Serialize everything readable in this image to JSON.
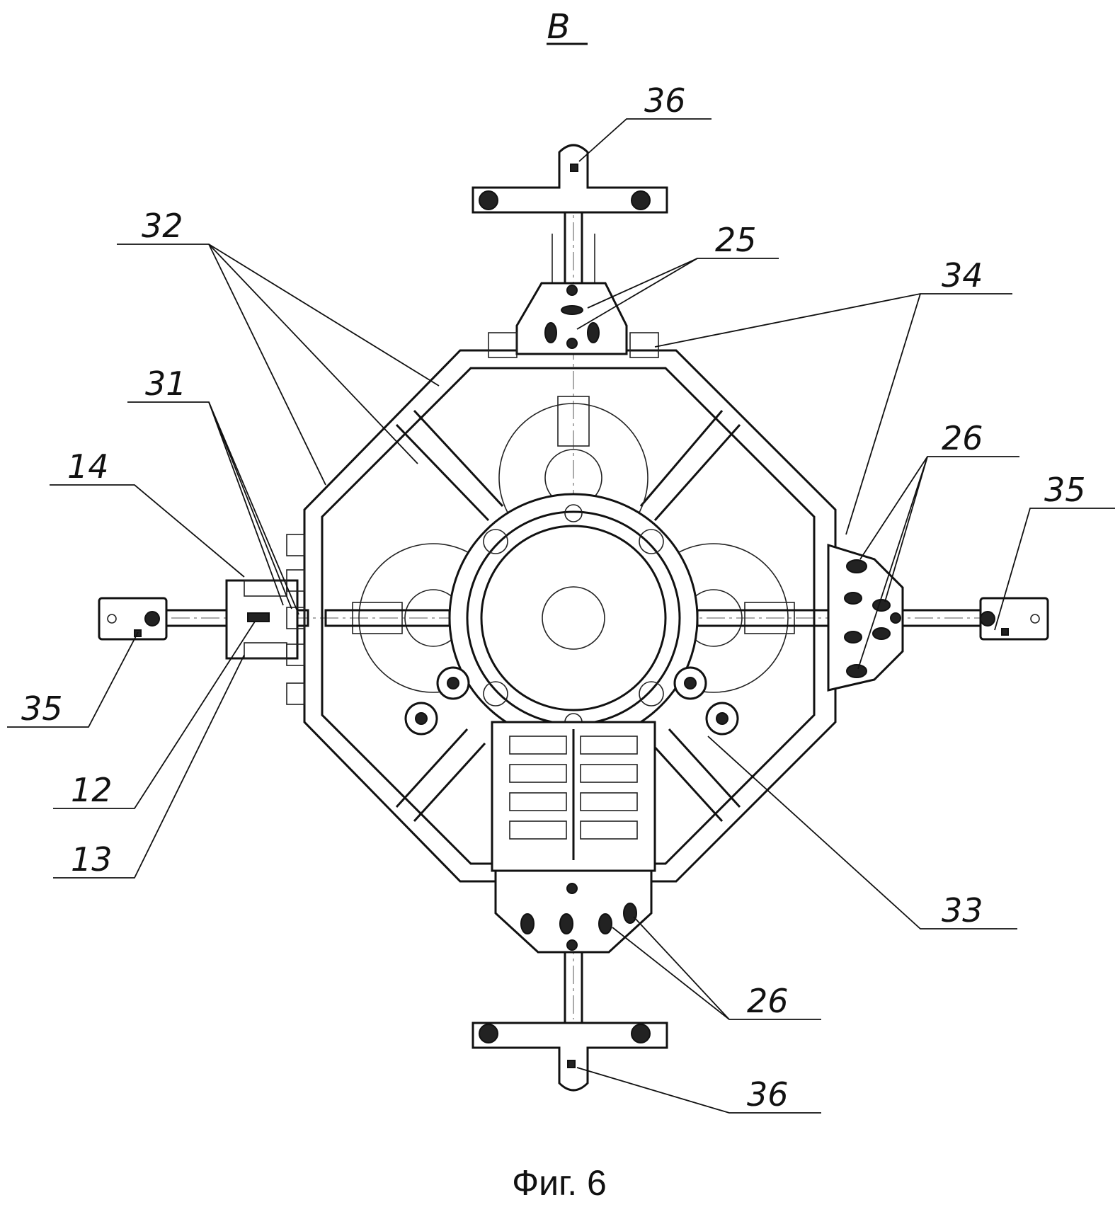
{
  "view_label": "B",
  "caption": "Фиг. 6",
  "labels": {
    "l36_top": "36",
    "l32": "32",
    "l25": "25",
    "l34": "34",
    "l31": "31",
    "l26_right": "26",
    "l14": "14",
    "l35_right": "35",
    "l35_left": "35",
    "l12": "12",
    "l13": "13",
    "l33": "33",
    "l26_bottom": "26",
    "l36_bottom": "36"
  }
}
